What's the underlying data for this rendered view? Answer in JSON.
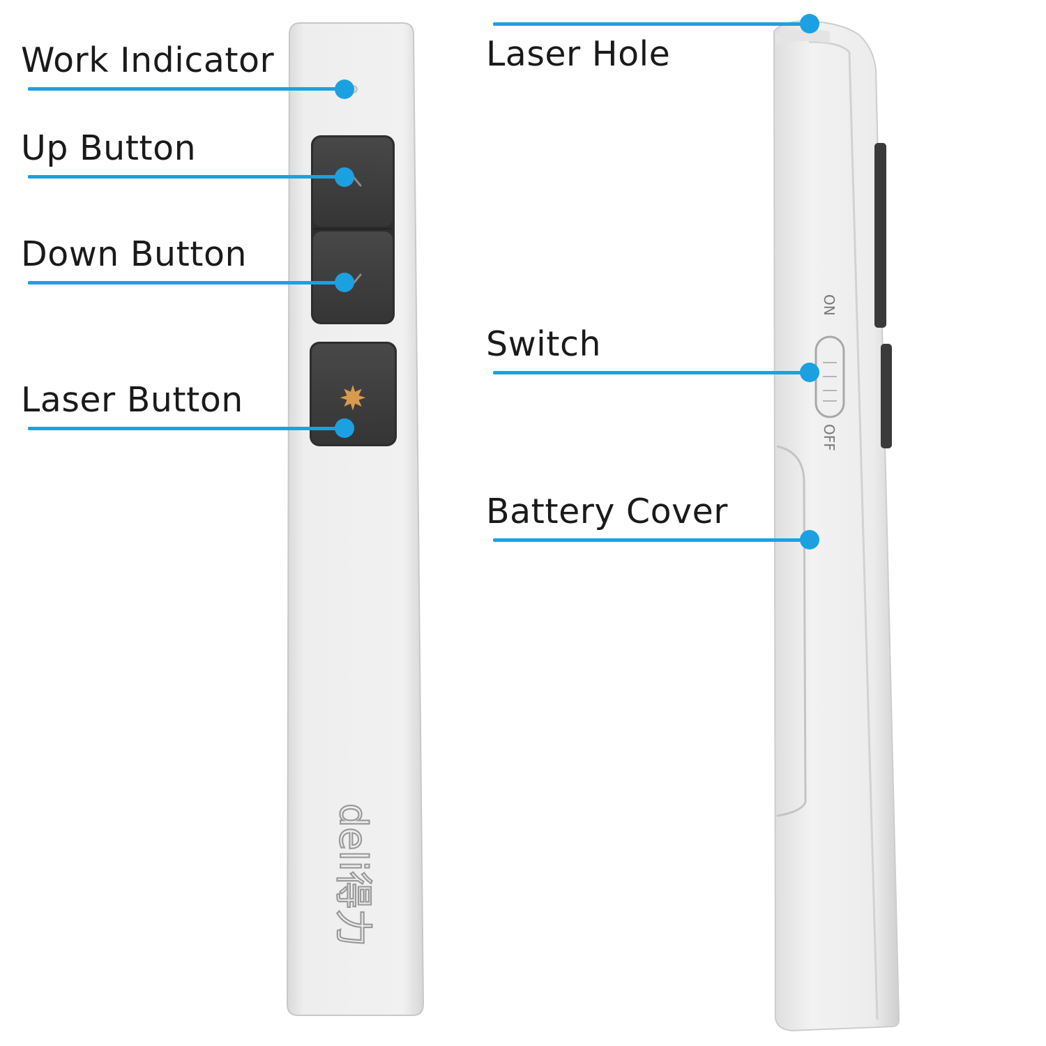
{
  "theme": {
    "accent": "#1ba1e2",
    "label_color": "#1a1a1a",
    "body_color": "#eeeeee",
    "button_color": "#3c3c3c",
    "laser_icon_color": "#d99a4e"
  },
  "front_view": {
    "labels": {
      "work_indicator": "Work Indicator",
      "up_button": "Up Button",
      "down_button": "Down Button",
      "laser_button": "Laser Button"
    },
    "brand_mark": "deli得力"
  },
  "side_view": {
    "labels": {
      "laser_hole": "Laser Hole",
      "switch": "Switch",
      "battery_cover": "Battery Cover"
    },
    "switch_on_text": "ON",
    "switch_off_text": "OFF"
  }
}
